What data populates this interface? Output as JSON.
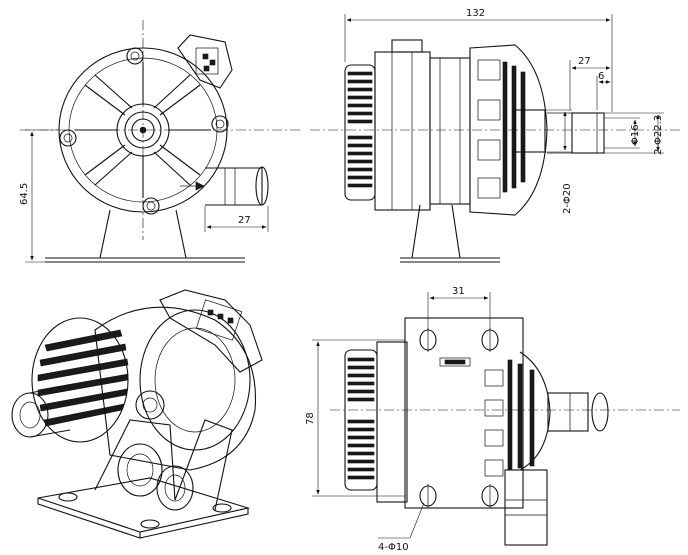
{
  "dimensions": {
    "overall_length": "132",
    "outlet_length": "27",
    "outlet_lip": "6",
    "bore_diameter": "Φ16",
    "outer_diameter": "2-Φ22.3",
    "inlet_diameter": "2-Φ20",
    "shaft_height": "64.5",
    "inlet_length": "27",
    "hole_spacing": "31",
    "mount_height": "78",
    "mount_holes": "4-Φ10"
  }
}
